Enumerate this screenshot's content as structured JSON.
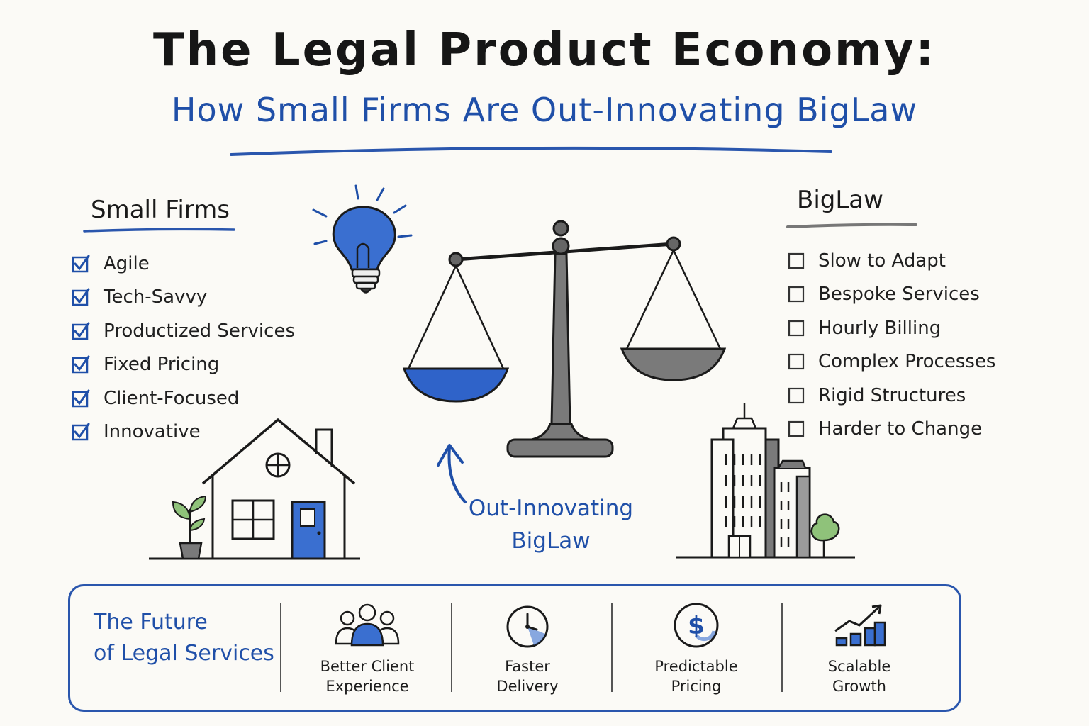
{
  "title": "The Legal Product Economy:",
  "subtitle": "How Small Firms Are Out-Innovating BigLaw",
  "left": {
    "heading": "Small Firms",
    "items": [
      "Agile",
      "Tech-Savvy",
      "Productized Services",
      "Fixed Pricing",
      "Client-Focused",
      "Innovative"
    ],
    "icon": "checked-box-icon"
  },
  "right": {
    "heading": "BigLaw",
    "items": [
      "Slow to Adapt",
      "Bespoke Services",
      "Hourly Billing",
      "Complex Processes",
      "Rigid Structures",
      "Harder to Change"
    ],
    "icon": "empty-box-icon"
  },
  "annotation": {
    "line1": "Out-Innovating",
    "line2": "BigLaw"
  },
  "bottom": {
    "heading_line1": "The Future",
    "heading_line2": "of Legal Services",
    "features": [
      {
        "line1": "Better Client",
        "line2": "Experience",
        "icon": "people-icon"
      },
      {
        "line1": "Faster",
        "line2": "Delivery",
        "icon": "clock-icon"
      },
      {
        "line1": "Predictable",
        "line2": "Pricing",
        "icon": "dollar-coin-icon"
      },
      {
        "line1": "Scalable",
        "line2": "Growth",
        "icon": "growth-chart-icon"
      }
    ]
  },
  "colors": {
    "accent_blue": "#1f4fa8",
    "ink": "#1c1c1c",
    "gray": "#6b6b6b",
    "background": "#fbfaf6"
  }
}
